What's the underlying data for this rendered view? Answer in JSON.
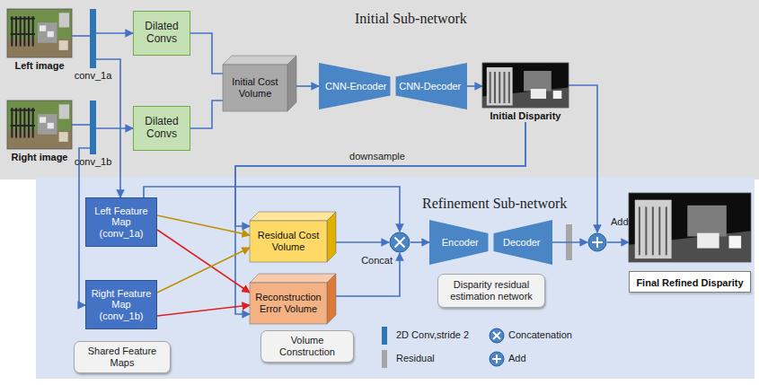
{
  "diagram": {
    "nodes": [
      {
        "text": [
          "Initial Sub-network"
        ]
      },
      {
        "text": [
          "Left image"
        ],
        "in": 0
      },
      {
        "text": [
          "Right image"
        ],
        "in": 0
      },
      {
        "text": [
          "conv_1a"
        ],
        "in": 0
      },
      {
        "text": [
          "conv_1b"
        ],
        "in": 0
      },
      {
        "text": [
          "Dilated Convs"
        ],
        "in": 0
      },
      {
        "text": [
          "Dilated Convs"
        ],
        "in": 0
      },
      {
        "text": [
          "Initial Cost Volume"
        ],
        "in": 0
      },
      {
        "text": [
          "CNN-Encoder",
          "CNN-Decoder"
        ],
        "in": 0
      },
      {
        "text": [
          "Initial Disparity"
        ],
        "in": 0
      },
      {
        "text": [
          "Refinement Sub-network"
        ]
      },
      {
        "text": [
          "Left Feature Map (conv_1a)"
        ],
        "in": 10
      },
      {
        "text": [
          "Right Feature Map (conv_1b)"
        ],
        "in": 10
      },
      {
        "text": [
          "Shared Feature Maps"
        ],
        "in": 10
      },
      {
        "text": [
          "Residual Cost Volume"
        ],
        "in": 10
      },
      {
        "text": [
          "Reconstruction Error Volume"
        ],
        "in": 10
      },
      {
        "text": [
          "Volume Construction"
        ],
        "in": 10
      },
      {
        "text": [
          "Concat"
        ],
        "in": 10
      },
      {
        "text": [
          "Encoder",
          "Decoder"
        ],
        "in": 10
      },
      {
        "text": [
          "Disparity residual estimation network"
        ],
        "in": 10
      },
      {
        "text": [
          "Add"
        ],
        "in": 10
      },
      {
        "text": [
          "Final Refined Disparity"
        ],
        "in": 10
      }
    ],
    "edges": [
      {
        "from": 1,
        "to": 3,
        "arrow": "none"
      },
      {
        "from": 2,
        "to": 4,
        "arrow": "none"
      },
      {
        "from": 3,
        "to": 5,
        "arrow": "to"
      },
      {
        "from": 4,
        "to": 6,
        "arrow": "to"
      },
      {
        "from": 3,
        "to": 11,
        "arrow": "to"
      },
      {
        "from": 4,
        "to": 12,
        "arrow": "to"
      },
      {
        "from": 5,
        "to": 7,
        "arrow": "none"
      },
      {
        "from": 6,
        "to": 7,
        "arrow": "none"
      },
      {
        "from": 7,
        "to": 8,
        "arrow": "to"
      },
      {
        "from": 8,
        "to": 9,
        "arrow": "to"
      },
      {
        "from": 9,
        "to": 20,
        "arrow": "to"
      },
      {
        "from": 9,
        "to": 14,
        "label": "downsample",
        "arrow": "to"
      },
      {
        "from": 9,
        "to": 15,
        "arrow": "to"
      },
      {
        "from": 11,
        "to": 14,
        "arrow": "to"
      },
      {
        "from": 11,
        "to": 15,
        "arrow": "to"
      },
      {
        "from": 12,
        "to": 14,
        "arrow": "to"
      },
      {
        "from": 12,
        "to": 15,
        "arrow": "to"
      },
      {
        "from": 11,
        "to": 17,
        "arrow": "to"
      },
      {
        "from": 14,
        "to": 17,
        "arrow": "to"
      },
      {
        "from": 15,
        "to": 17,
        "arrow": "to"
      },
      {
        "from": 17,
        "to": 18,
        "arrow": "to"
      },
      {
        "from": 18,
        "to": 20,
        "arrow": "to"
      },
      {
        "from": 20,
        "to": 21,
        "arrow": "to"
      }
    ],
    "legend": [
      {
        "text": "2D Conv,stride 2",
        "color": "#2e75b6"
      },
      {
        "text": "Concatenation"
      },
      {
        "text": "Residual",
        "color": "#a6a6a6"
      },
      {
        "text": "Add"
      }
    ]
  }
}
